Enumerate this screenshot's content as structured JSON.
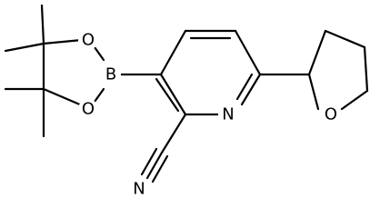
{
  "molecule": {
    "atom_labels": {
      "boron": "B",
      "ring_oxygen_top": "O",
      "ring_oxygen_bottom": "O",
      "pyridine_nitrogen": "N",
      "nitrile_nitrogen": "N",
      "thf_oxygen": "O"
    },
    "colors": {
      "bond": "#000000",
      "text": "#000000",
      "background": "#ffffff"
    }
  }
}
